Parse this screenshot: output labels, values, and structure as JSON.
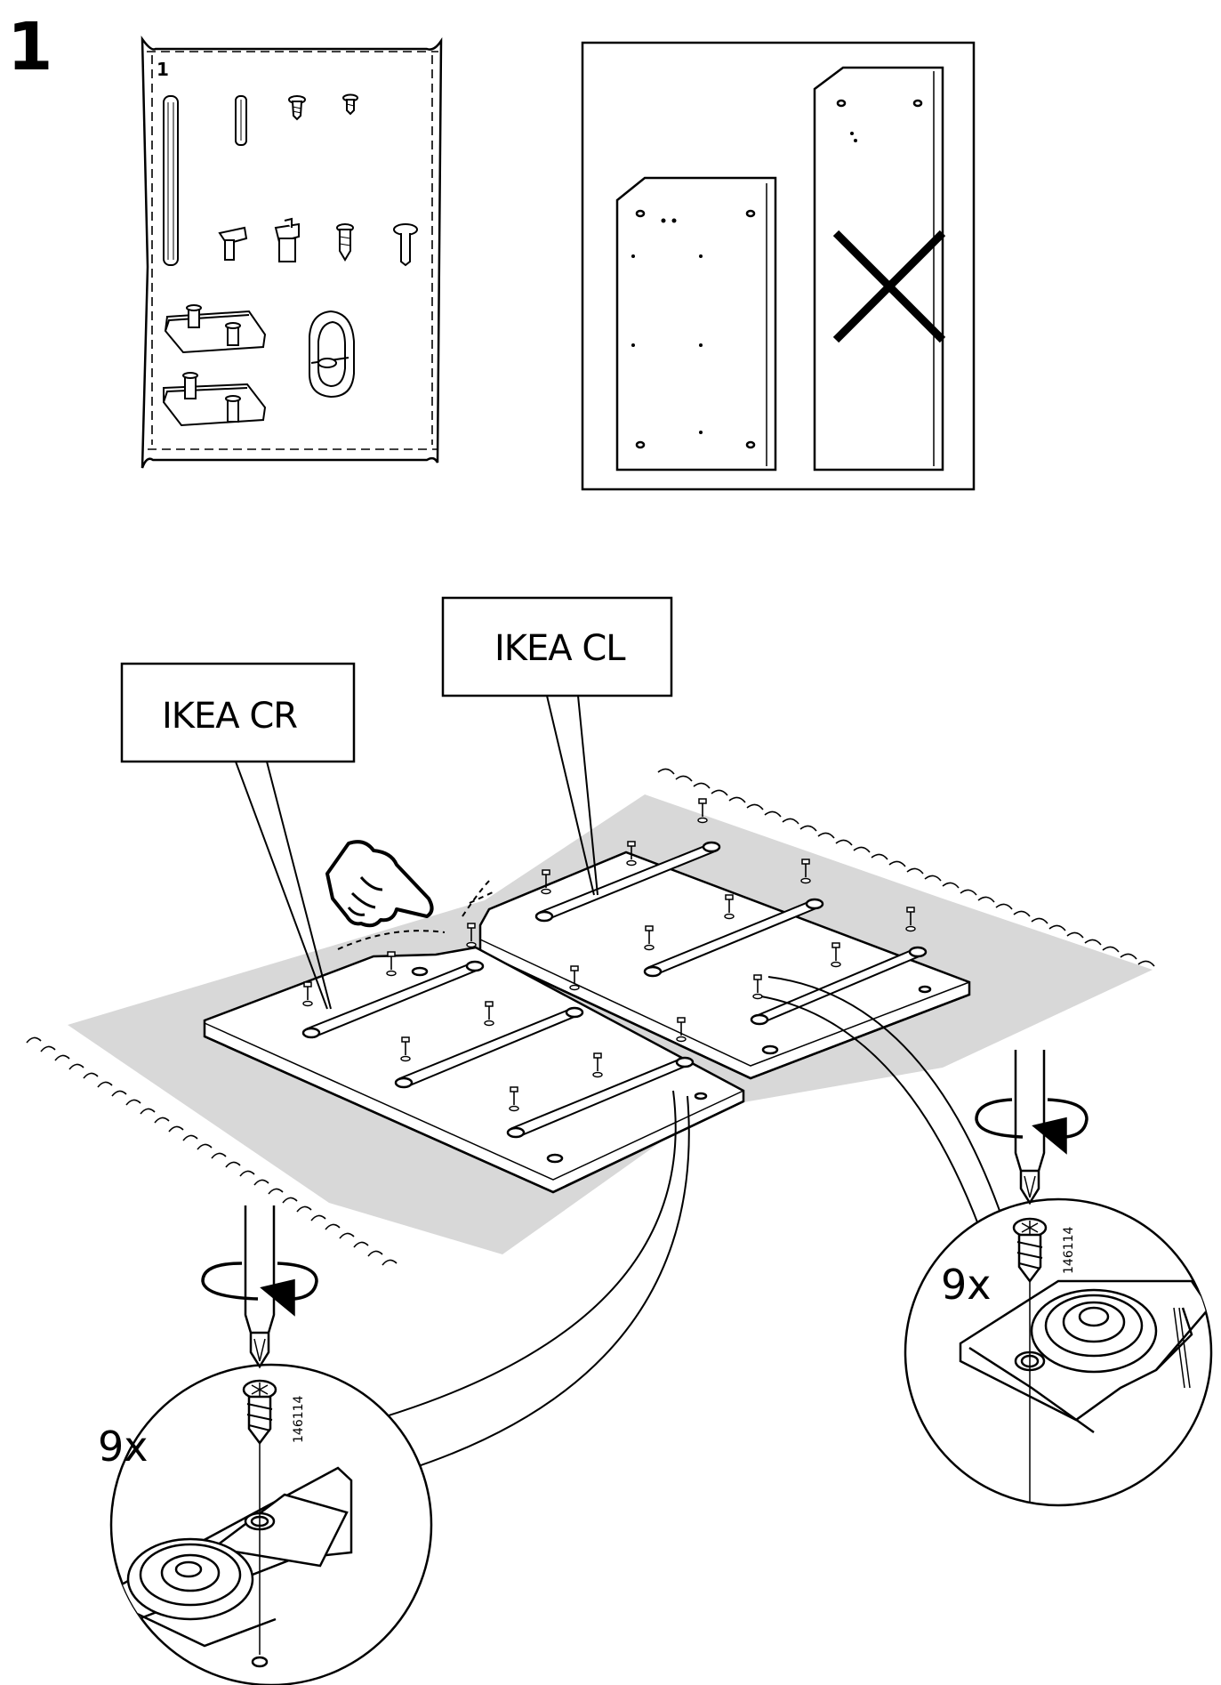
{
  "step": {
    "number": "1"
  },
  "hardware_bag": {
    "label": "1"
  },
  "callouts": {
    "left": "IKEA CR",
    "right": "IKEA CL"
  },
  "detail_left": {
    "quantity": "9x",
    "part_number": "146114"
  },
  "detail_right": {
    "quantity": "9x",
    "part_number": "146114"
  },
  "icons": [
    "hardware-bag-icon",
    "dowel-icon",
    "screw-icon",
    "hinge-plate-icon",
    "cam-lock-icon",
    "hand-pointing-icon",
    "screwdriver-icon",
    "rotation-arrow-icon",
    "cross-mark-icon"
  ],
  "colors": {
    "line": "#000000",
    "rug": "#d8d8d8",
    "fill": "#ffffff"
  }
}
